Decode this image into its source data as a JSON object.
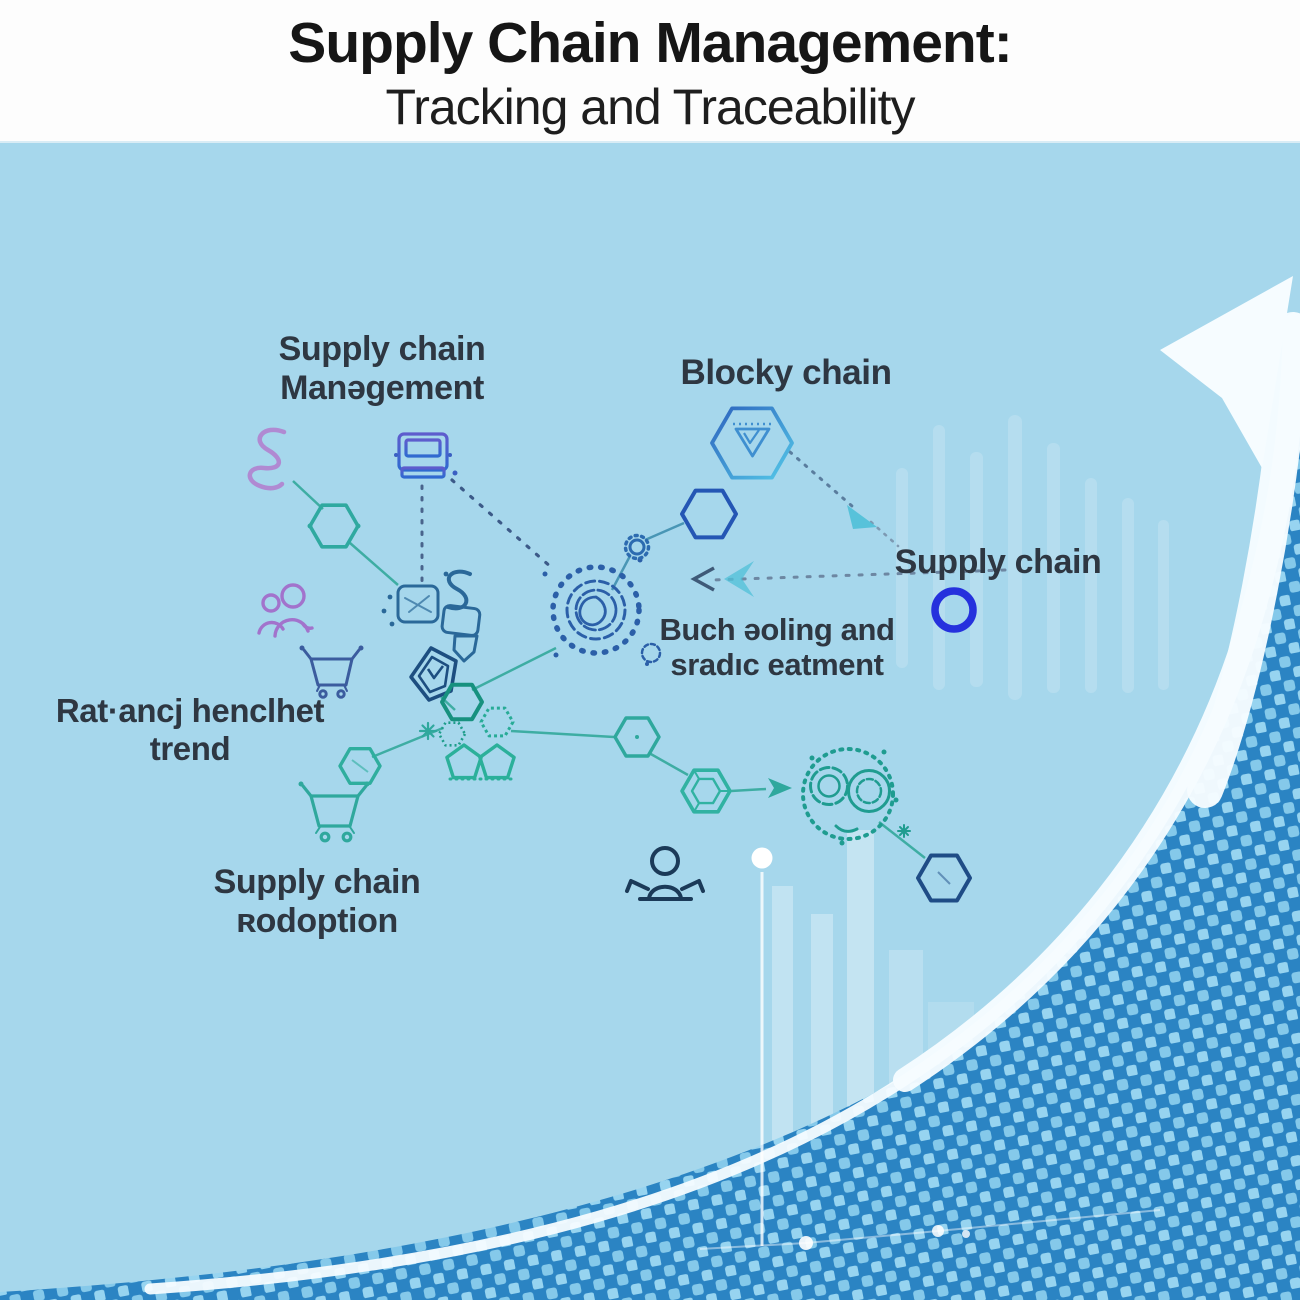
{
  "header": {
    "title_line1": "Supply Chain Management:",
    "title_line2": "Tracking and Traceability"
  },
  "labels": {
    "scm": {
      "line1": "Supply chain",
      "line2": "Manəgement"
    },
    "blocky_chain": "Blocky chain",
    "supply_chain": "Supply chain",
    "buch": {
      "line1": "Buch əoling and",
      "line2": "sradıc eatment"
    },
    "rat": {
      "line1": "Rat·ancj henclhet",
      "line2": "trend"
    },
    "adoption": {
      "line1": "Supply chain",
      "line2": "ʀodoption"
    }
  },
  "icons": [
    "s-squiggle-icon",
    "truck-icon",
    "teal-hexagon-icon",
    "people-pair-icon",
    "cart-blue-icon",
    "package-boxes-icon",
    "shield-icon",
    "group-cluster-icon",
    "cart-teal-icon",
    "dotted-gear-icon",
    "small-gear-icon",
    "blue-hexagon-icon",
    "hexagon-v-icon",
    "blue-ring-icon",
    "circles-cluster-icon",
    "cube-hexagon-icon",
    "person-icon",
    "dark-hexagon-icon",
    "growth-arrow-icon"
  ],
  "colors": {
    "background": "#a6d7ec",
    "header_bg": "#fdfdfd",
    "title_text": "#161616",
    "label_text": "#2e3742",
    "halftone_base": "#2b84c3",
    "halftone_dot": "#85c9ea",
    "arrow_white": "#f6fcff",
    "teal": "#2fa89d",
    "blue": "#3a5fc2",
    "purple": "#a273cc",
    "navy": "#1d4e80",
    "ring_blue": "#2531dd"
  }
}
